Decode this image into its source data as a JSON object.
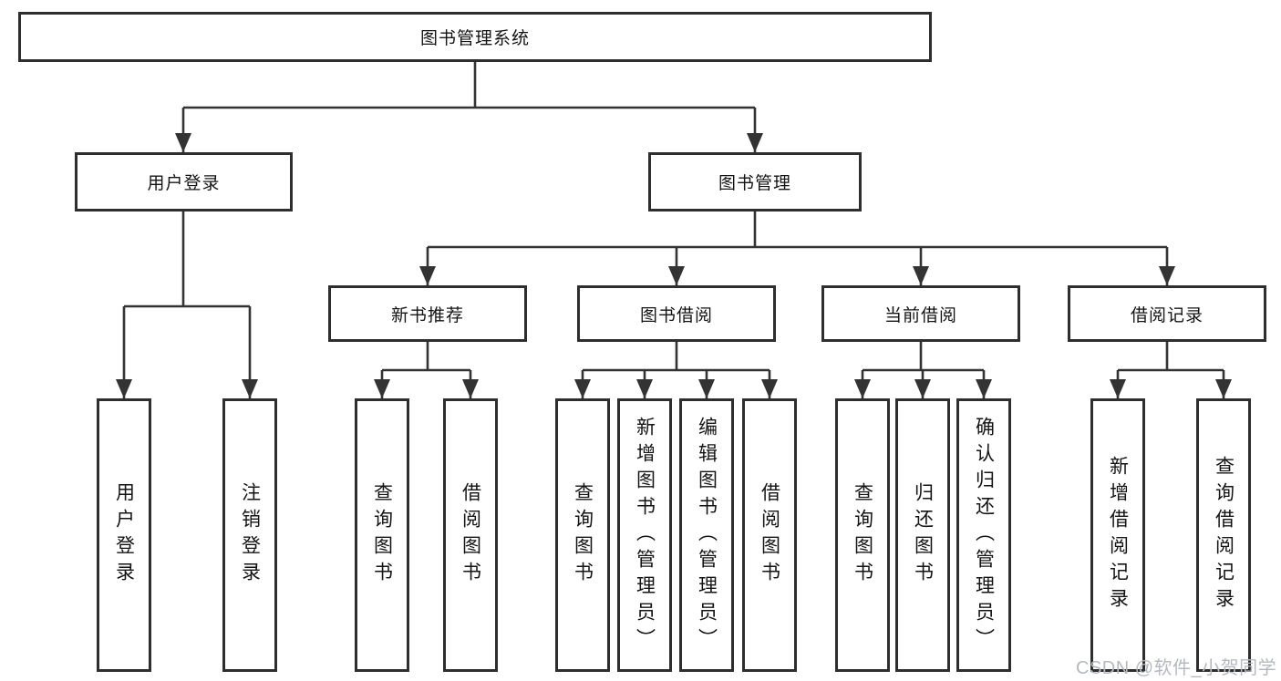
{
  "diagram": {
    "title": "图书管理系统",
    "branches": [
      {
        "label": "用户登录",
        "leaves": [
          "用户登录",
          "注销登录"
        ]
      },
      {
        "label": "图书管理",
        "children": [
          {
            "label": "新书推荐",
            "leaves": [
              "查询图书",
              "借阅图书"
            ]
          },
          {
            "label": "图书借阅",
            "leaves": [
              "查询图书",
              "新增图书（管理员）",
              "编辑图书（管理员）",
              "借阅图书"
            ]
          },
          {
            "label": "当前借阅",
            "leaves": [
              "查询图书",
              "归还图书",
              "确认归还（管理员）"
            ]
          },
          {
            "label": "借阅记录",
            "leaves": [
              "新增借阅记录",
              "查询借阅记录"
            ]
          }
        ]
      }
    ]
  },
  "watermark": "CSDN @软件_小贺同学",
  "colors": {
    "background": "#ffffff",
    "line": "#333333",
    "box_border": "#2e2e2e",
    "text": "#141414",
    "watermark": "#b5b9bf"
  }
}
